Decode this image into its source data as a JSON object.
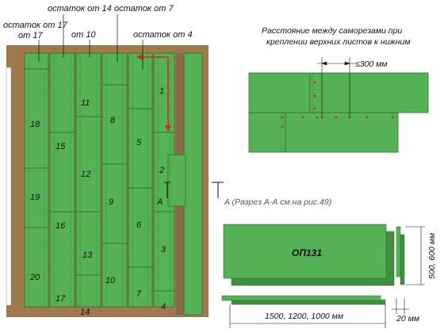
{
  "colors": {
    "panel": "#55b155",
    "panel_dark": "#3f8f3f",
    "frame": "#a0784f",
    "arrow": "#d22a20",
    "dot": "#d22a20"
  },
  "remainder_labels": {
    "r17": "остаток от 17",
    "r14": "остаток от 14",
    "r10": "от 10",
    "r7": "остаток от 7",
    "r4": "остаток от 4"
  },
  "sheet_numbers": [
    "1",
    "2",
    "3",
    "4",
    "5",
    "6",
    "7",
    "8",
    "9",
    "10",
    "11",
    "12",
    "13",
    "14",
    "15",
    "16",
    "17",
    "18",
    "19",
    "20"
  ],
  "section_marker": "A",
  "section_caption": "A (Разрез А-А см.на рис.49)",
  "fastener_note": {
    "line1": "Расстояние между саморезами при",
    "line2": "креплении верхних листов к нижним",
    "spacing": "≤300 мм"
  },
  "product": {
    "name": "ОП131",
    "height": "500, 600 мм",
    "length": "1500, 1200, 1000 мм",
    "thickness": "20 мм"
  }
}
